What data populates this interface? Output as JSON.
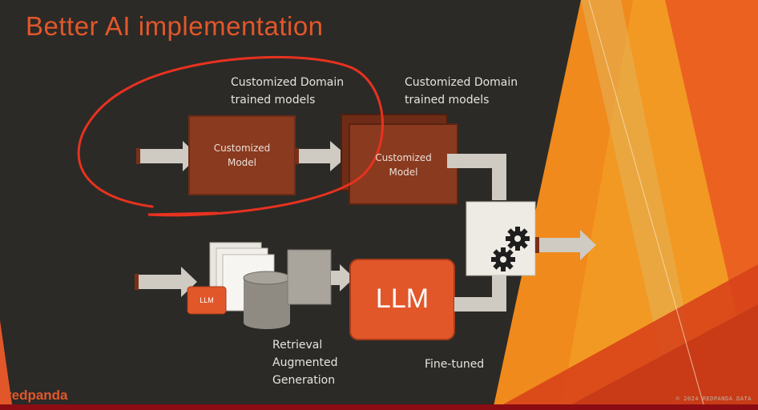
{
  "slide": {
    "title": "Better AI implementation",
    "label_domain_1": "Customized Domain\ntrained models",
    "label_domain_2": "Customized Domain\ntrained models",
    "box_model_1": "Customized\nModel",
    "box_model_2": "Customized\nModel",
    "llm_large": "LLM",
    "llm_small": "LLM",
    "rag_label": "Retrieval\nAugmented\nGeneration",
    "finetuned_label": "Fine-tuned",
    "brand": "redpanda",
    "copyright": "© 2024 REDPANDA DATA"
  },
  "colors": {
    "accent": "#e2572a",
    "background": "#2b2a27",
    "box_brown": "#8a3a1f",
    "arrow_gray": "#cfcac2"
  }
}
